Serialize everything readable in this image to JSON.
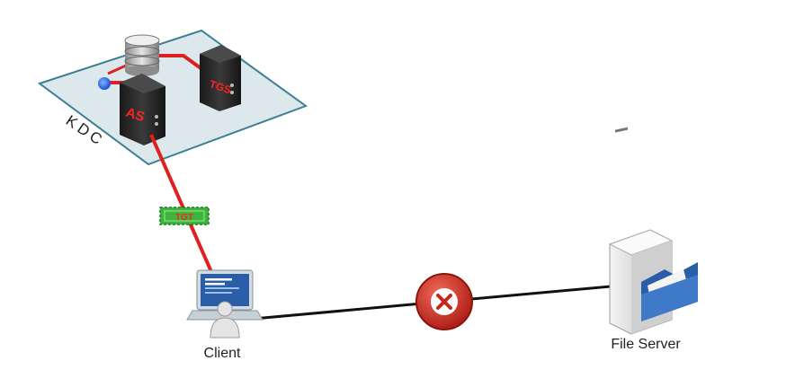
{
  "kdc": {
    "label": "KDC",
    "as_label": "AS",
    "tgs_label": "TGS"
  },
  "ticket": {
    "label": "TGT"
  },
  "client": {
    "label": "Client"
  },
  "file_server": {
    "label": "File Server"
  },
  "colors": {
    "platform_fill": "#dde8ec",
    "platform_stroke": "#3d7f95",
    "link_red": "#e02020",
    "link_black": "#111111",
    "ticket_green": "#3bb53b",
    "blocked_red": "#c8251b",
    "device_blue": "#2a5ea8"
  },
  "connection": {
    "status_icon": "blocked-x-icon"
  }
}
